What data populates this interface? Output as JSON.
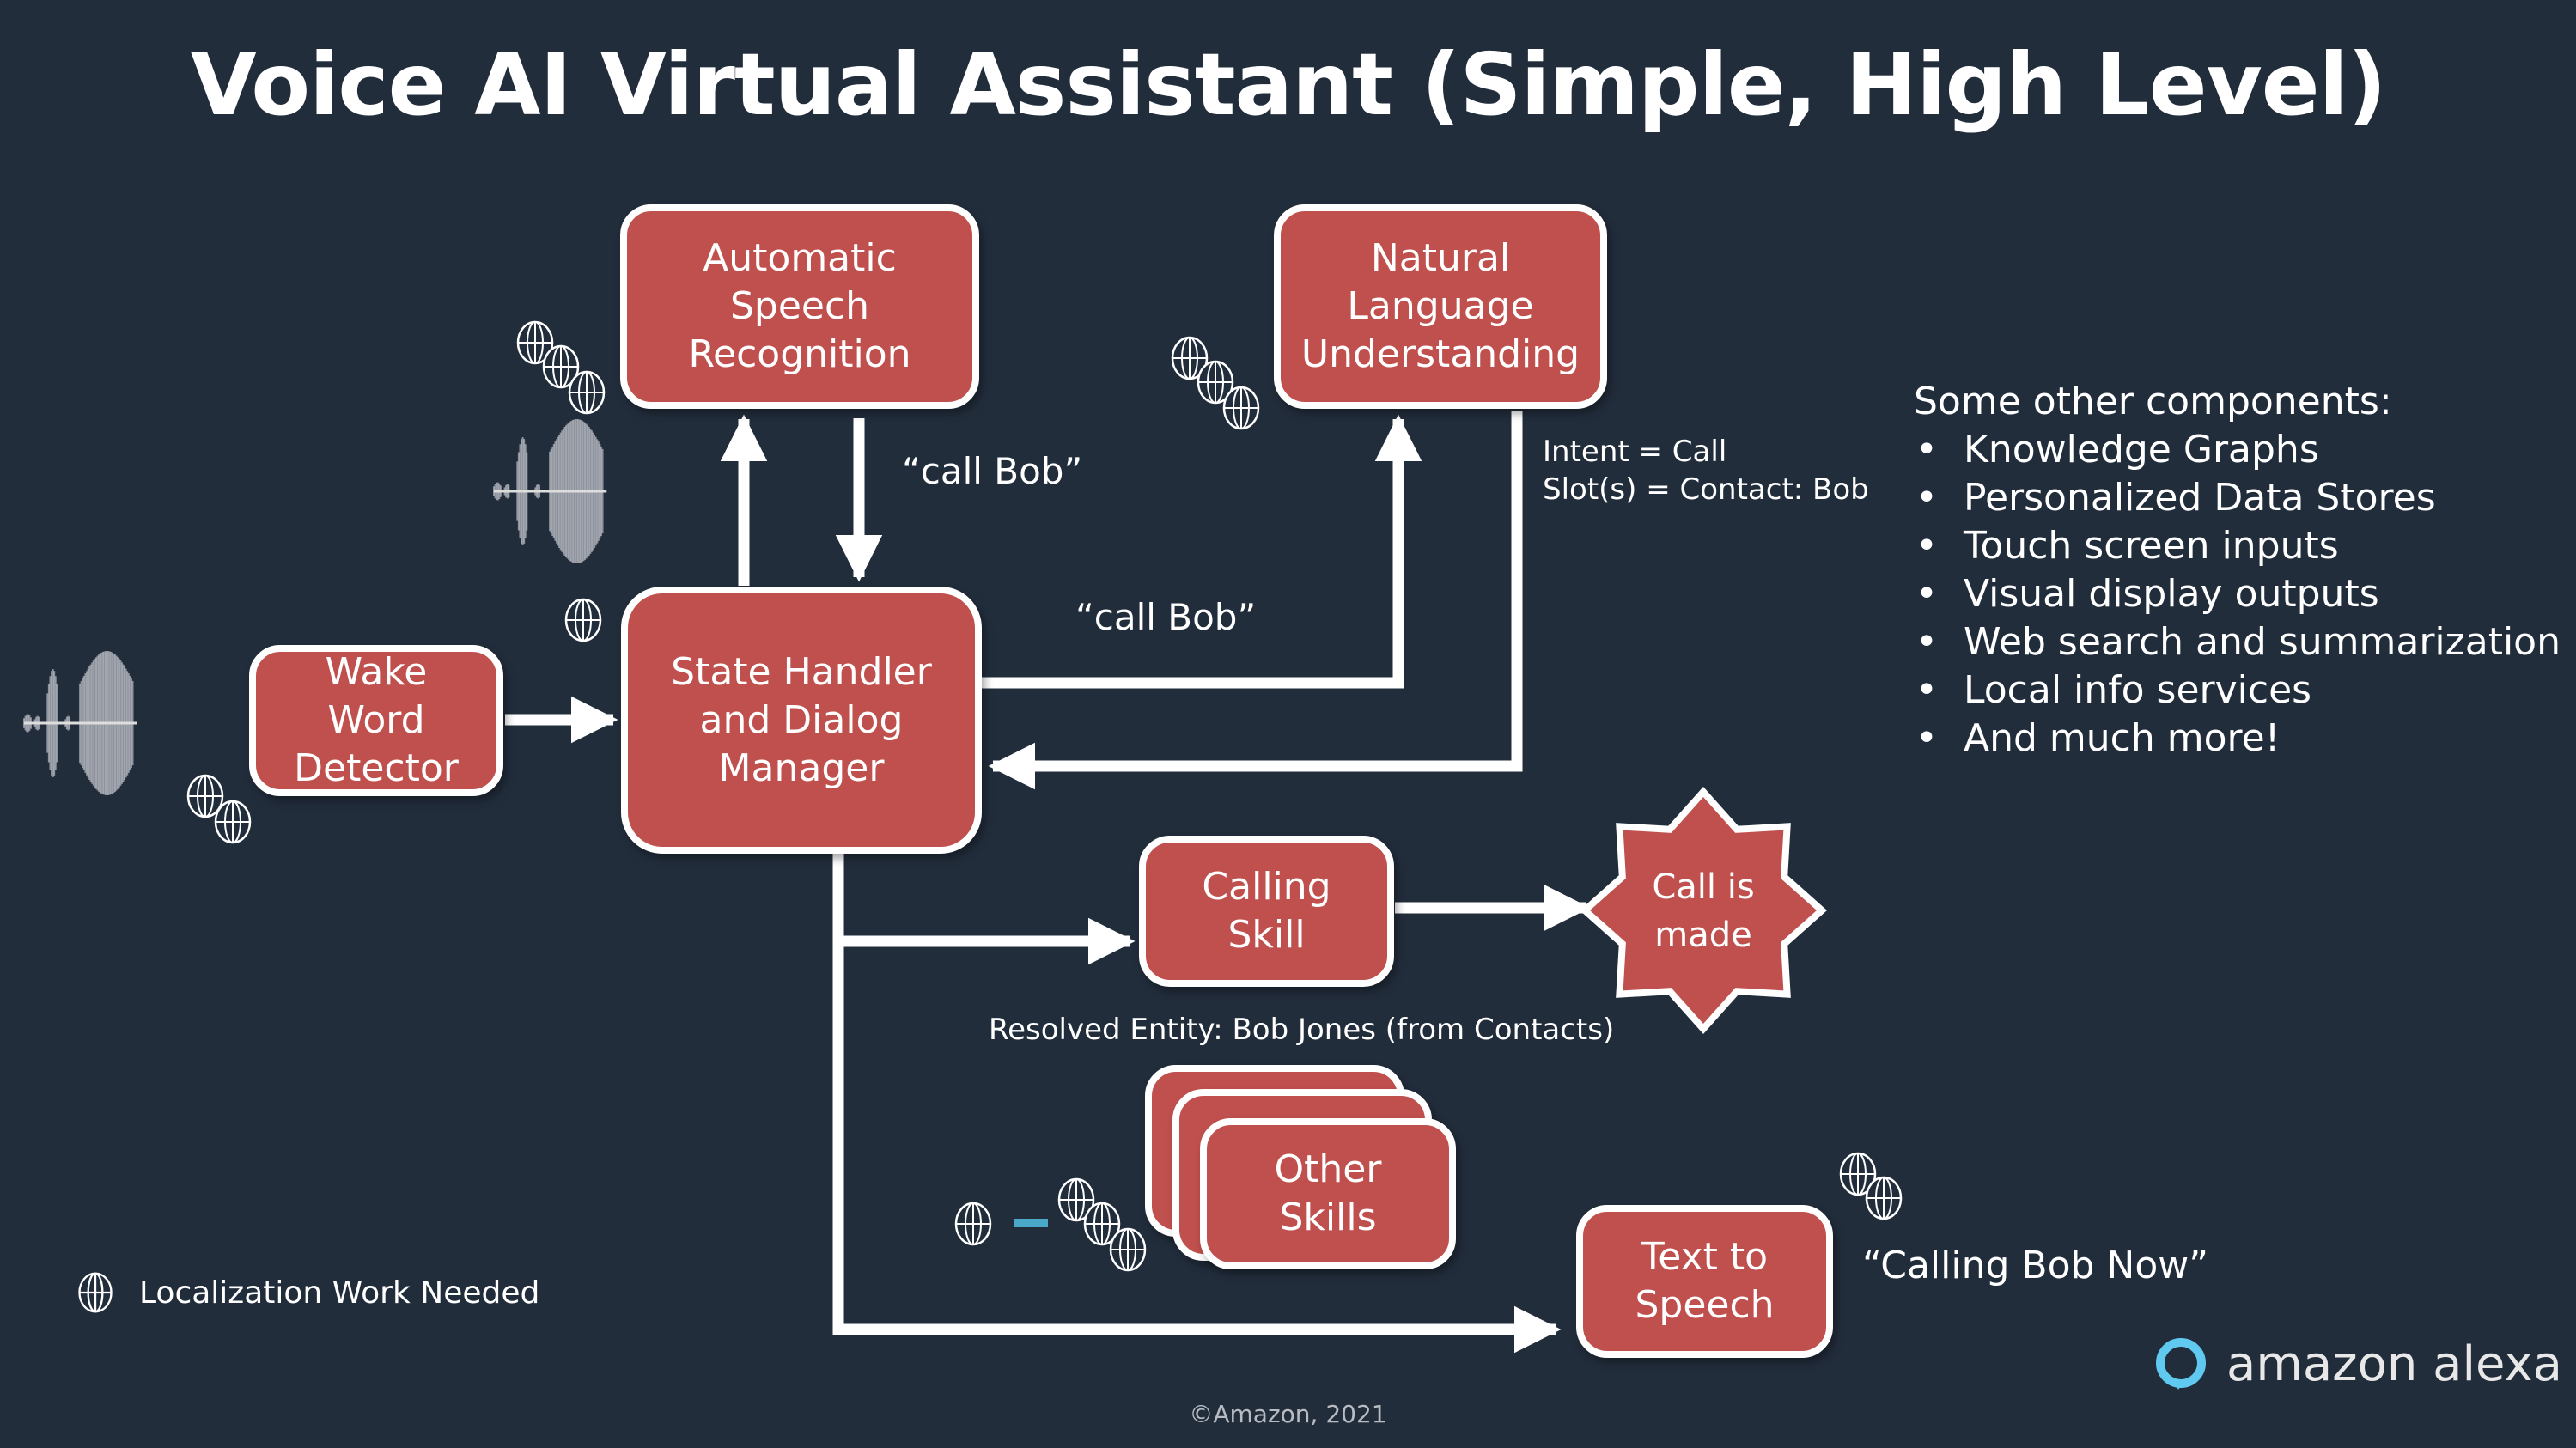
{
  "title": "Voice AI Virtual Assistant (Simple, High Level)",
  "nodes": {
    "asr": "Automatic\nSpeech\nRecognition",
    "nlu": "Natural\nLanguage\nUnderstanding",
    "state": "State Handler\nand Dialog\nManager",
    "wake": "Wake\nWord\nDetector",
    "calling_skill": "Calling\nSkill",
    "call_made": "Call is\nmade",
    "other_skills": "Other\nSkills",
    "tts": "Text to\nSpeech"
  },
  "labels": {
    "asr_out": "“call Bob”",
    "nlu_in": "“call Bob”",
    "intent": "Intent = Call",
    "slots": "Slot(s) = Contact: Bob",
    "resolved": "Resolved Entity: Bob Jones (from Contacts)",
    "tts_out": "“Calling Bob Now”"
  },
  "other_components": {
    "heading": "Some other components:",
    "items": [
      "Knowledge Graphs",
      "Personalized Data Stores",
      "Touch screen inputs",
      "Visual display outputs",
      "Web search and summarization",
      "Local info services",
      "And much more!"
    ]
  },
  "legend": {
    "icon": "globe-icon",
    "text": "Localization Work Needed"
  },
  "footer": "©Amazon, 2021",
  "logo": {
    "text": "amazon alexa",
    "ring_color": "#5fc9f0"
  },
  "colors": {
    "background": "#222d3c",
    "node_fill": "#c0504d",
    "node_border": "#ffffff",
    "dash_accent": "#4aa8c8"
  }
}
